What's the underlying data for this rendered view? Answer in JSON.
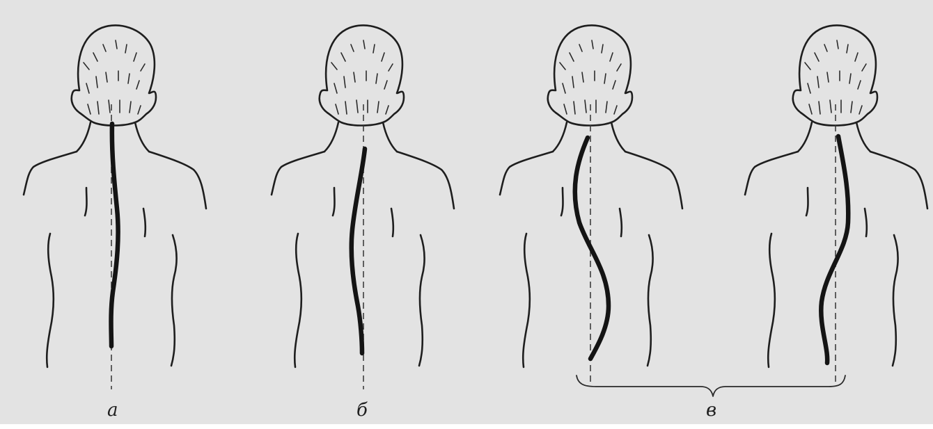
{
  "figure": {
    "labels": {
      "a": "а",
      "b": "б",
      "v": "в"
    },
    "colors": {
      "paper": "#e3e3e3",
      "ink": "#1e1e1e",
      "spine": "#141414"
    }
  }
}
